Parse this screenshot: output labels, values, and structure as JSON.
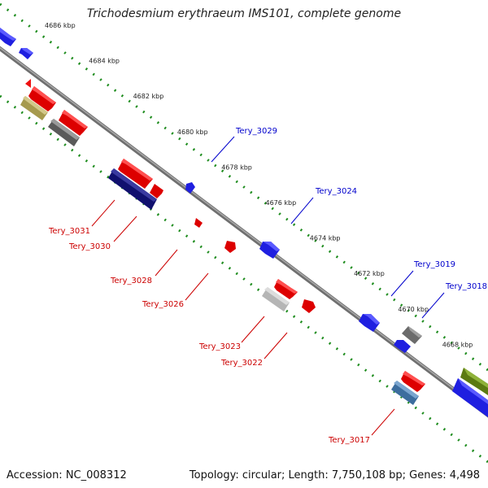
{
  "title": "Trichodesmium erythraeum IMS101, complete genome",
  "footer": {
    "accession": "Accession: NC_008312",
    "stats": "Topology: circular; Length: 7,750,108 bp; Genes: 4,498"
  },
  "colors": {
    "backbone": "#7d7d7d",
    "tick": "#1e8c1e",
    "forward_label": "#0000cc",
    "reverse_label": "#cc0000",
    "ruler_text": "#222222"
  },
  "ruler": [
    "4686 kbp",
    "4684 kbp",
    "4682 kbp",
    "4680 kbp",
    "4678 kbp",
    "4676 kbp",
    "4674 kbp",
    "4672 kbp",
    "4670 kbp",
    "4668 kbp"
  ],
  "gene_labels": {
    "forward": [
      "Tery_3029",
      "Tery_3024",
      "Tery_3019",
      "Tery_3018"
    ],
    "reverse": [
      "Tery_3031",
      "Tery_3030",
      "Tery_3028",
      "Tery_3026",
      "Tery_3023",
      "Tery_3022",
      "Tery_3017"
    ]
  },
  "feature_colors": [
    "blue",
    "red",
    "olive",
    "gray",
    "navy",
    "light-gray",
    "steel-blue",
    "olive-green"
  ]
}
